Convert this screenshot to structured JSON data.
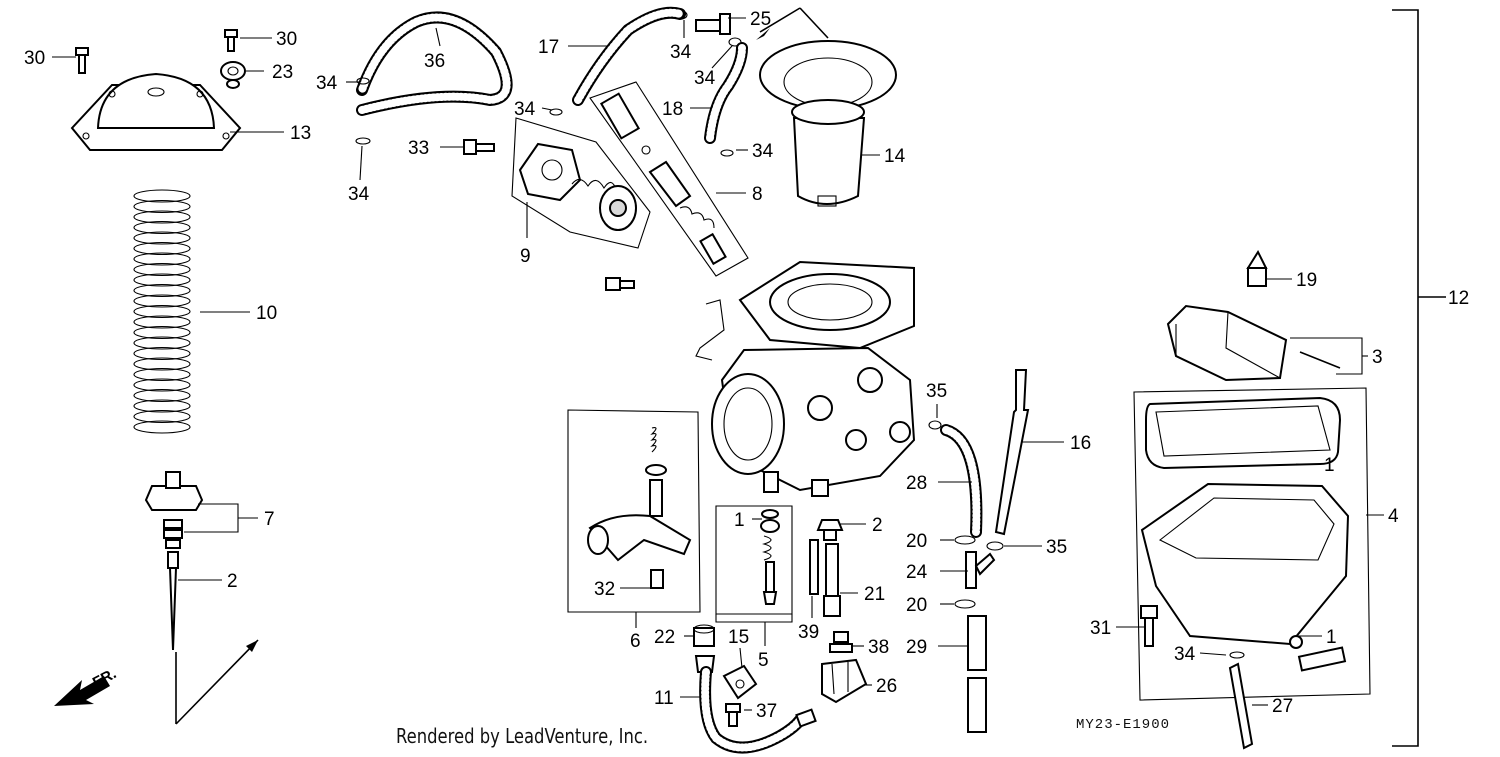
{
  "credit": "Rendered by LeadVenture, Inc.",
  "diagram_code": "MY23-E1900",
  "front_marker": "FR.",
  "callouts": [
    {
      "id": "c30a",
      "label": "30"
    },
    {
      "id": "c30b",
      "label": "30"
    },
    {
      "id": "c23",
      "label": "23"
    },
    {
      "id": "c13",
      "label": "13"
    },
    {
      "id": "c10",
      "label": "10"
    },
    {
      "id": "c7",
      "label": "7"
    },
    {
      "id": "c2a",
      "label": "2"
    },
    {
      "id": "c36",
      "label": "36"
    },
    {
      "id": "c34a",
      "label": "34"
    },
    {
      "id": "c33",
      "label": "33"
    },
    {
      "id": "c34b",
      "label": "34"
    },
    {
      "id": "c17",
      "label": "17"
    },
    {
      "id": "c34c",
      "label": "34"
    },
    {
      "id": "c34d",
      "label": "34"
    },
    {
      "id": "c25",
      "label": "25"
    },
    {
      "id": "c34e",
      "label": "34"
    },
    {
      "id": "c18",
      "label": "18"
    },
    {
      "id": "c34f",
      "label": "34"
    },
    {
      "id": "c14",
      "label": "14"
    },
    {
      "id": "c8",
      "label": "8"
    },
    {
      "id": "c9",
      "label": "9"
    },
    {
      "id": "c19",
      "label": "19"
    },
    {
      "id": "c12",
      "label": "12"
    },
    {
      "id": "c3",
      "label": "3"
    },
    {
      "id": "c1a",
      "label": "1"
    },
    {
      "id": "c4",
      "label": "4"
    },
    {
      "id": "c35a",
      "label": "35"
    },
    {
      "id": "c16",
      "label": "16"
    },
    {
      "id": "c28",
      "label": "28"
    },
    {
      "id": "c20a",
      "label": "20"
    },
    {
      "id": "c35b",
      "label": "35"
    },
    {
      "id": "c24",
      "label": "24"
    },
    {
      "id": "c20b",
      "label": "20"
    },
    {
      "id": "c29",
      "label": "29"
    },
    {
      "id": "c21",
      "label": "21"
    },
    {
      "id": "c39",
      "label": "39"
    },
    {
      "id": "c38",
      "label": "38"
    },
    {
      "id": "c26",
      "label": "26"
    },
    {
      "id": "c1b",
      "label": "1"
    },
    {
      "id": "c2b",
      "label": "2"
    },
    {
      "id": "c5",
      "label": "5"
    },
    {
      "id": "c15",
      "label": "15"
    },
    {
      "id": "c37",
      "label": "37"
    },
    {
      "id": "c11",
      "label": "11"
    },
    {
      "id": "c22",
      "label": "22"
    },
    {
      "id": "c6",
      "label": "6"
    },
    {
      "id": "c32",
      "label": "32"
    },
    {
      "id": "c31",
      "label": "31"
    },
    {
      "id": "c34g",
      "label": "34"
    },
    {
      "id": "c1c",
      "label": "1"
    },
    {
      "id": "c27",
      "label": "27"
    }
  ]
}
